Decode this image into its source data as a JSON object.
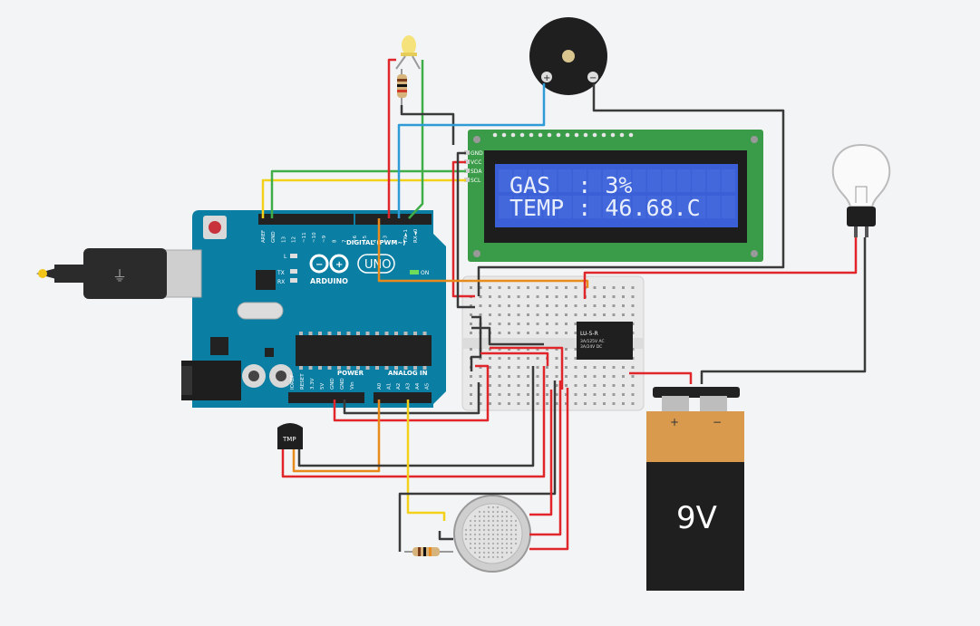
{
  "arduino": {
    "brand": "ARDUINO",
    "model": "UNO",
    "digital_label": "DIGITAL (PWM~)",
    "power_label": "POWER",
    "analog_label": "ANALOG IN",
    "on_label": "ON",
    "led_l": "L",
    "led_tx": "TX",
    "led_rx": "RX",
    "digital_pins": [
      "AREF",
      "GND",
      "13",
      "12",
      "~11",
      "~10",
      "~9",
      "8",
      "7",
      "~6",
      "~5",
      "4",
      "~3",
      "2",
      "TX►1",
      "RX◄0"
    ],
    "power_pins": [
      "IOREF",
      "RESET",
      "3.3V",
      "5V",
      "GND",
      "GND",
      "Vin"
    ],
    "analog_pins": [
      "A0",
      "A1",
      "A2",
      "A3",
      "A4",
      "A5"
    ]
  },
  "lcd": {
    "line1": "GAS  : 3%",
    "line2": "TEMP : 46.68.C",
    "pins": [
      "GND",
      "VCC",
      "SDA",
      "SCL"
    ]
  },
  "buzzer": {
    "plus": "+",
    "minus": "−"
  },
  "relay": {
    "model": "LU-5-R",
    "spec1": "3A/125V AC",
    "spec2": "3A/24V DC"
  },
  "battery": {
    "label": "9V",
    "plus": "+",
    "minus": "−"
  },
  "temp_sensor": {
    "label": "TMP"
  },
  "colors": {
    "wire_red": "#e0262b",
    "wire_black": "#3a3a3a",
    "wire_green": "#3fae49",
    "wire_yellow": "#f3d11a",
    "wire_blue": "#2e9bd6",
    "wire_orange": "#e88b1c",
    "board": "#0b7ea3",
    "lcd_screen": "#3a5fd6",
    "lcd_pcb": "#3a9b48"
  }
}
